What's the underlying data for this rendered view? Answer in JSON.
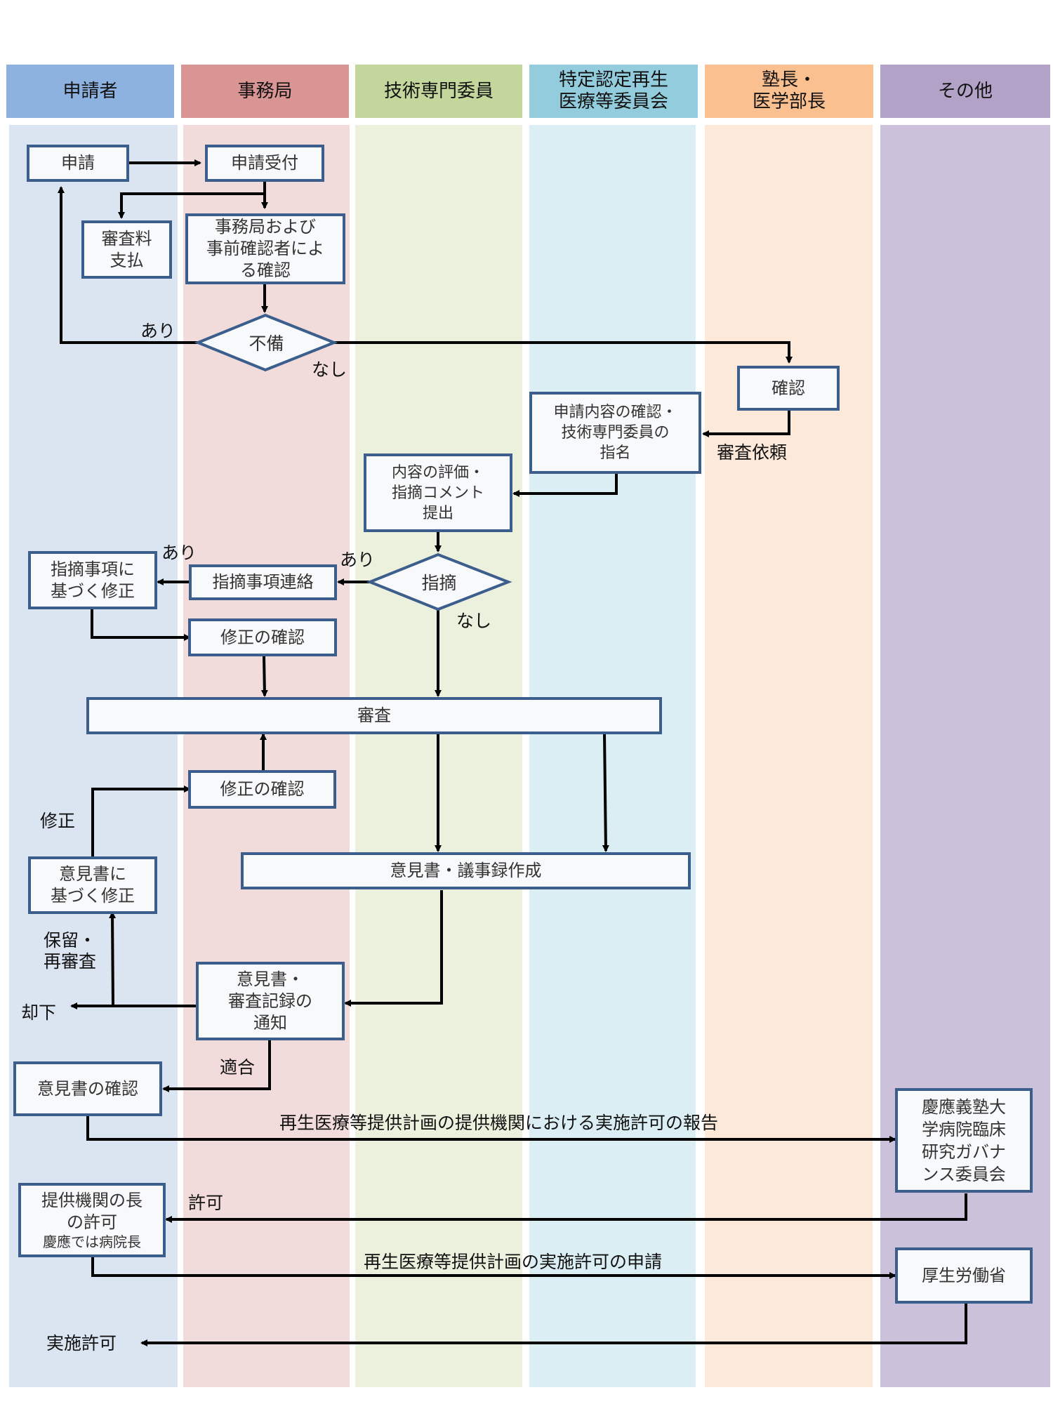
{
  "lanes": [
    {
      "label": "申請者",
      "header_color": "#8eb2e0",
      "body_color": "#dbe5f1"
    },
    {
      "label": "事務局",
      "header_color": "#d99594",
      "body_color": "#f1dcdb"
    },
    {
      "label": "技術専門委員",
      "header_color": "#c3d69b",
      "body_color": "#ebf1dd"
    },
    {
      "label": "特定認定再生\n医療等委員会",
      "header_color": "#93cddd",
      "body_color": "#daeef3"
    },
    {
      "label": "塾長・\n医学部長",
      "header_color": "#fac090",
      "body_color": "#fde9d9"
    },
    {
      "label": "その他",
      "header_color": "#b2a2c7",
      "body_color": "#ccc1da"
    }
  ],
  "nodes": {
    "apply": "申請",
    "receive": "申請受付",
    "fee": "審査料\n支払",
    "office_check": "事務局および\n事前確認者によ\nる確認",
    "deficiency": "不備",
    "confirm_president": "確認",
    "content_check": "申請内容の確認・\n技術専門委員の\n指名",
    "evaluation": "内容の評価・\n指摘コメント\n提出",
    "remark": "指摘",
    "remark_notice": "指摘事項連絡",
    "remark_fix": "指摘事項に\n基づく修正",
    "fix_check_1": "修正の確認",
    "review": "審査",
    "fix_check_2": "修正の確認",
    "opinion_fix": "意見書に\n基づく修正",
    "opinion_minutes": "意見書・議事録作成",
    "opinion_notice": "意見書・\n審査記録の\n通知",
    "opinion_confirm": "意見書の確認",
    "governance": "慶應義塾大\n学病院臨床\n研究ガバナ\nンス委員会",
    "head_permission": "提供機関の長\nの許可",
    "head_permission_note": "慶應では病院長",
    "mhlw": "厚生労働省"
  },
  "edge_labels": {
    "yes_deficiency": "あり",
    "no_deficiency": "なし",
    "review_request": "審査依頼",
    "yes_remark_1": "あり",
    "yes_remark_2": "あり",
    "no_remark": "なし",
    "revise": "修正",
    "hold_rereview": "保留・\n再審査",
    "reject": "却下",
    "approved": "適合",
    "report": "再生医療等提供計画の提供機関における実施許可の報告",
    "permit": "許可",
    "apply_permit": "再生医療等提供計画の実施許可の申請",
    "implementation_permit": "実施許可"
  }
}
